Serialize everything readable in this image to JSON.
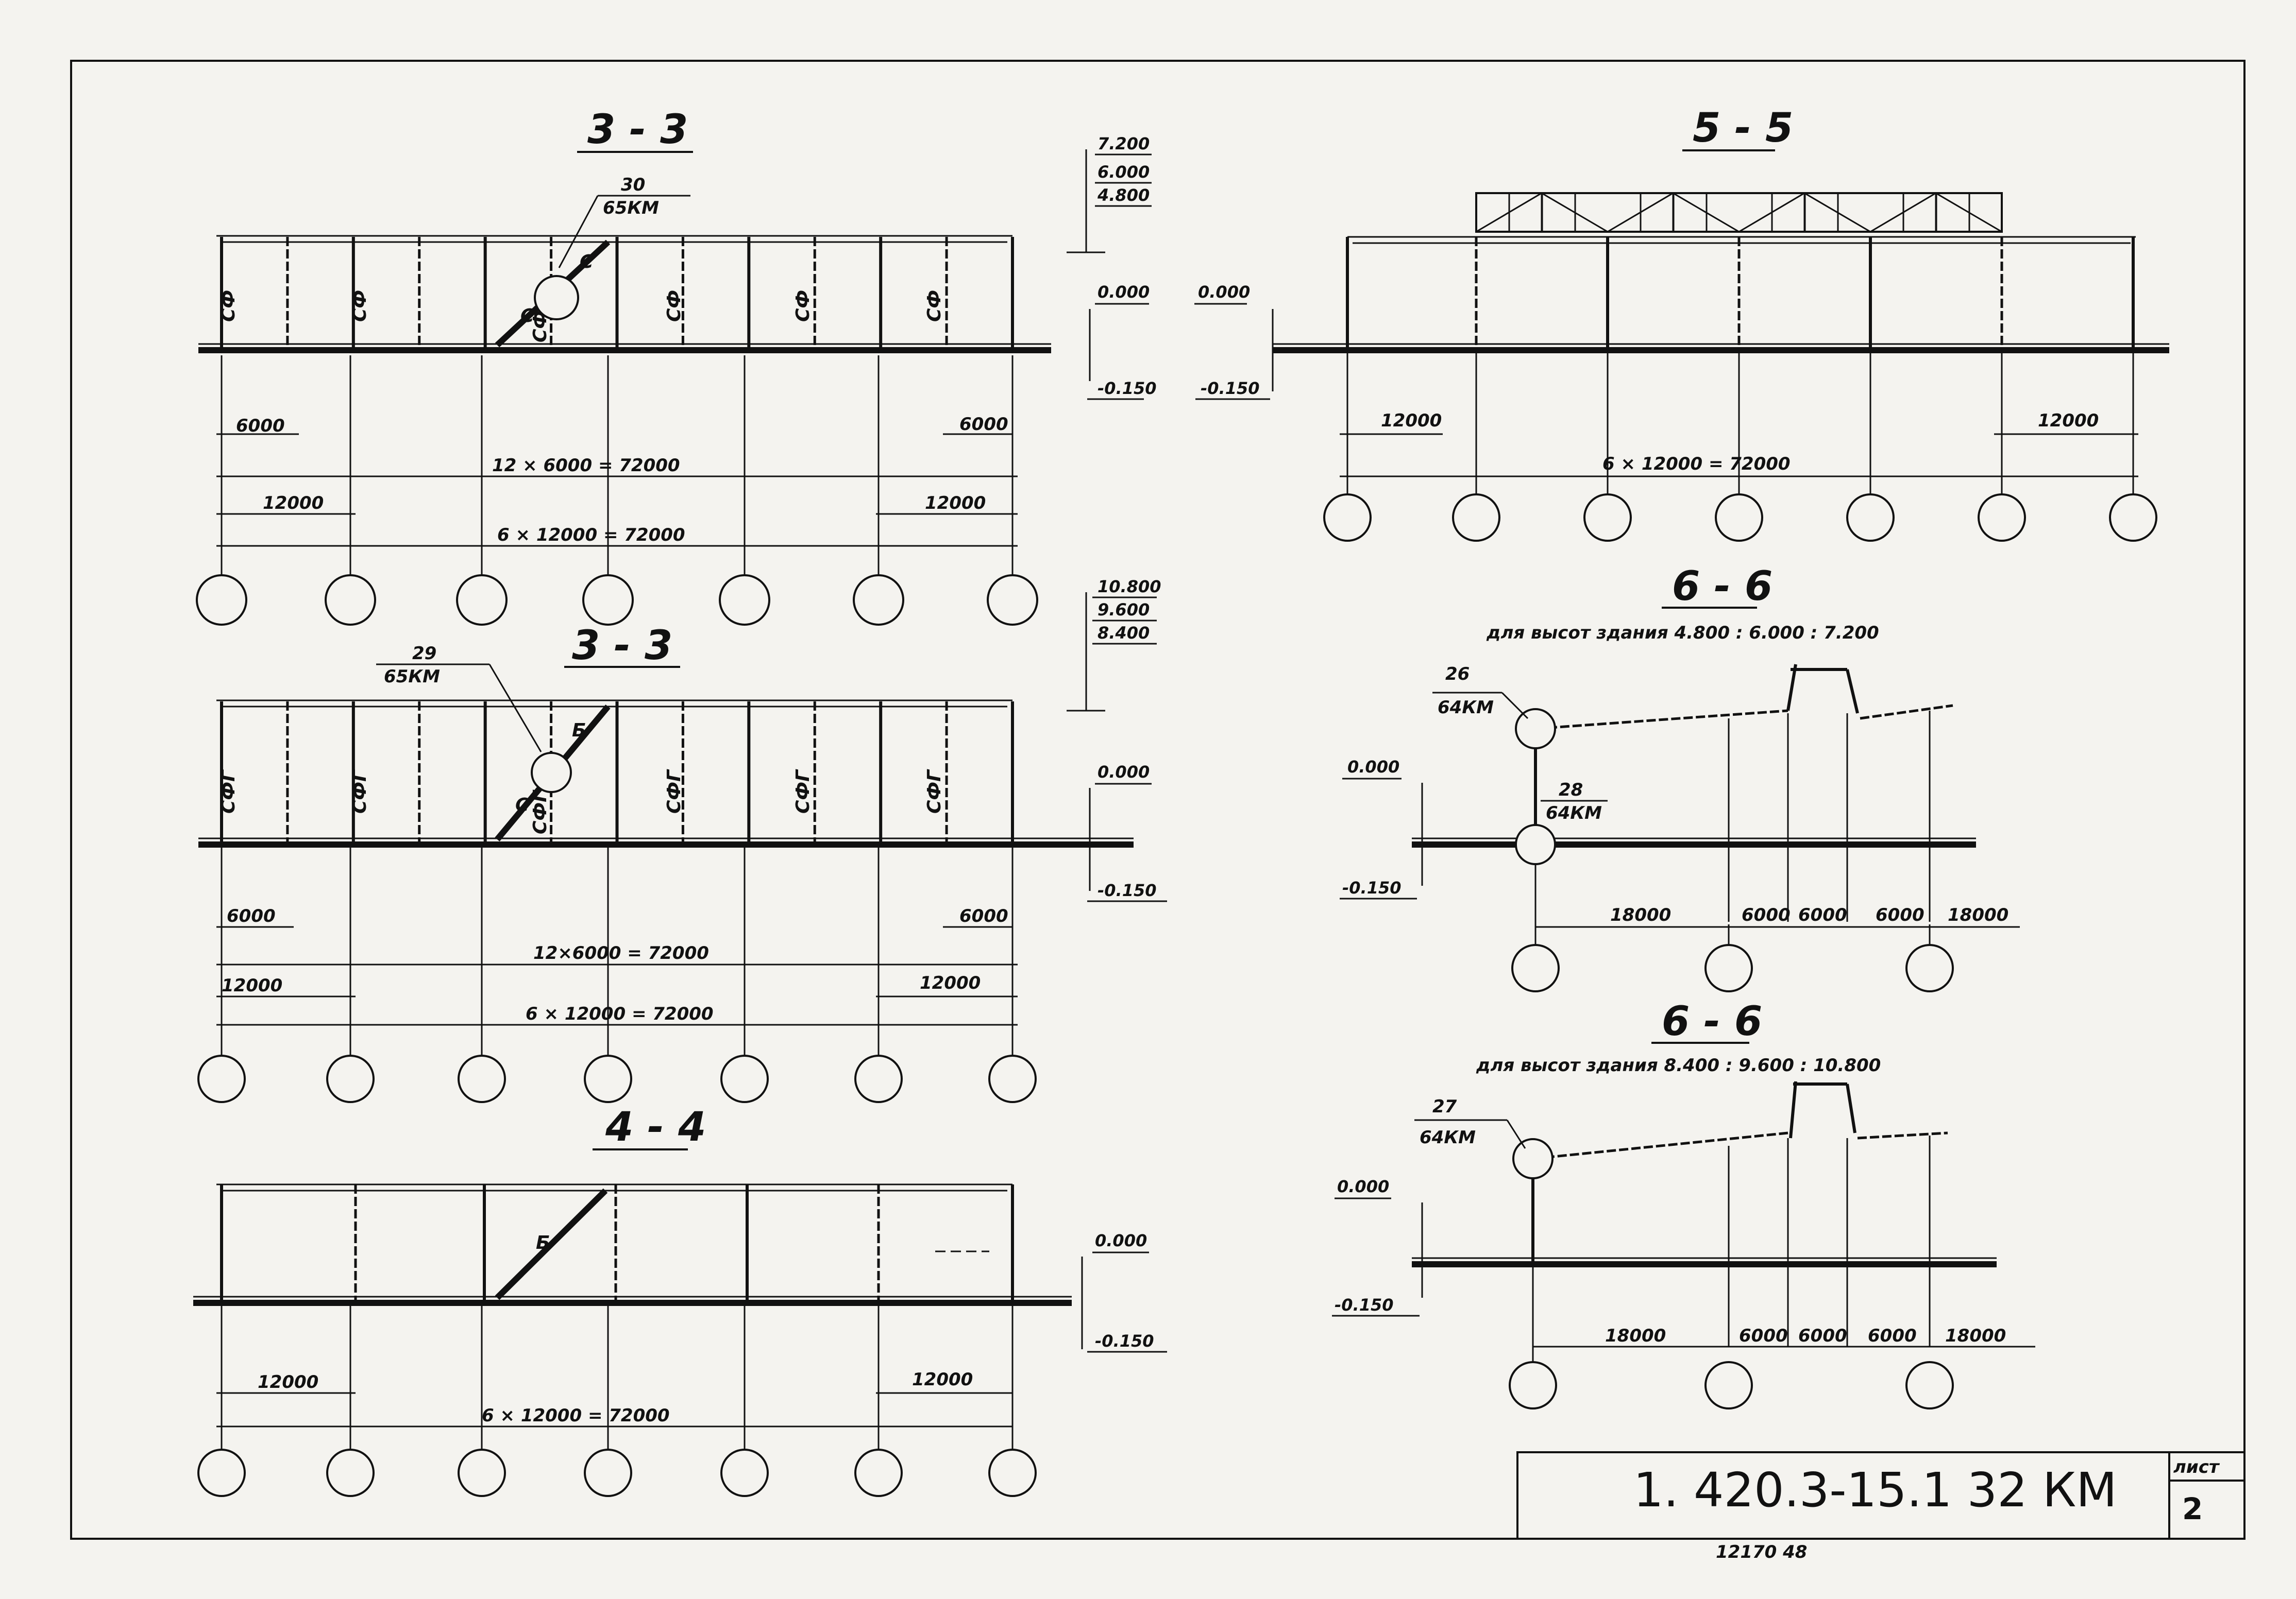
{
  "title_block": {
    "document_code": "1. 420.3-15.1  32  КМ",
    "sheet_label": "лист",
    "sheet_number": "2",
    "inventory_number": "12170  48"
  },
  "sections": {
    "s33a": {
      "title": "3 - 3",
      "callout_num": "30",
      "callout_sheet": "65КМ",
      "levels": [
        "7.200",
        "6.000",
        "4.800"
      ],
      "ground_top": "0.000",
      "ground_bottom": "-0.150",
      "panel_label": "СФ",
      "brace_label": "С",
      "dim_left": "6000",
      "dim_right": "6000",
      "dim_total_12": "12 × 6000 = 72000",
      "dim_12000_left": "12000",
      "dim_12000_right": "12000",
      "dim_total_6": "6 × 12000 = 72000"
    },
    "s33b": {
      "title": "3 - 3",
      "callout_num": "29",
      "callout_sheet": "65КМ",
      "levels": [
        "10.800",
        "9.600",
        "8.400"
      ],
      "ground_top": "0.000",
      "ground_bottom": "-0.150",
      "panel_label": "СФГ",
      "brace_label": "С",
      "brace_label2": "Б",
      "dim_left": "6000",
      "dim_right": "6000",
      "dim_total_12": "12×6000 = 72000",
      "dim_12000_left": "12000",
      "dim_12000_right": "12000",
      "dim_total_6": "6 × 12000 = 72000"
    },
    "s44": {
      "title": "4 - 4",
      "brace_label": "Б",
      "ground_top": "0.000",
      "ground_bottom": "-0.150",
      "dim_12000_left": "12000",
      "dim_12000_right": "12000",
      "dim_total_6": "6 × 12000 = 72000"
    },
    "s55": {
      "title": "5 - 5",
      "ground_top": "0.000",
      "ground_bottom": "-0.150",
      "dim_12000_left": "12000",
      "dim_12000_right": "12000",
      "dim_total_6": "6 × 12000 = 72000"
    },
    "s66a": {
      "title": "6 - 6",
      "subtitle": "для высот здания  4.800 : 6.000 : 7.200",
      "callout_top_num": "26",
      "callout_top_sheet": "64КМ",
      "callout_bot_num": "28",
      "callout_bot_sheet": "64КМ",
      "ground_top": "0.000",
      "ground_bottom": "-0.150",
      "dims": [
        "18000",
        "6000",
        "6000",
        "6000",
        "18000"
      ]
    },
    "s66b": {
      "title": "6 - 6",
      "subtitle": "для высот здания  8.400 : 9.600 : 10.800",
      "callout_top_num": "27",
      "callout_top_sheet": "64КМ",
      "ground_top": "0.000",
      "ground_bottom": "-0.150",
      "dims": [
        "18000",
        "6000",
        "6000",
        "6000",
        "18000"
      ]
    }
  }
}
